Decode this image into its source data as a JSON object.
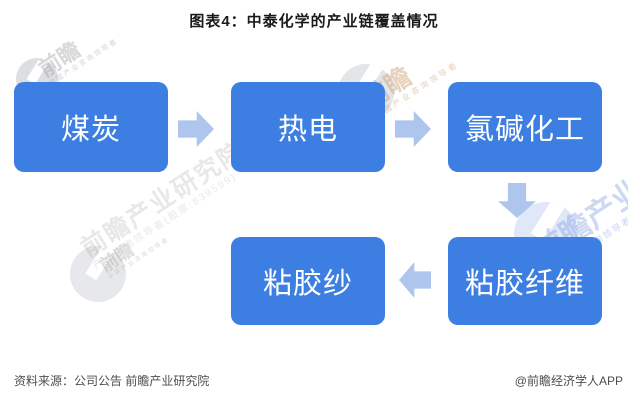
{
  "title": "图表4：中泰化学的产业链覆盖情况",
  "diagram": {
    "type": "flowchart",
    "node_color": "#3d7ee2",
    "node_text_color": "#ffffff",
    "arrow_color": "#aec5ee",
    "nodes": [
      {
        "id": "coal",
        "label": "煤炭"
      },
      {
        "id": "thermal-power",
        "label": "热电"
      },
      {
        "id": "chlor-alkali",
        "label": "氯碱化工"
      },
      {
        "id": "viscose-fiber",
        "label": "粘胶纤维"
      },
      {
        "id": "viscose-yarn",
        "label": "粘胶纱"
      }
    ],
    "arrows": [
      {
        "from": "煤炭",
        "to": "热电",
        "direction": "right"
      },
      {
        "from": "热电",
        "to": "氯碱化工",
        "direction": "right"
      },
      {
        "from": "氯碱化工",
        "to": "粘胶纤维",
        "direction": "down"
      },
      {
        "from": "粘胶纤维",
        "to": "粘胶纱",
        "direction": "left"
      }
    ]
  },
  "footer": {
    "source": "资料来源：公司公告 前瞻产业研究院",
    "credit": "@前瞻经济学人APP"
  },
  "watermarks": {
    "brand": "前瞻",
    "brand_full": "前瞻产业研究院",
    "brand_industry": "前瞻产业",
    "tagline": "中国产业咨询领导者",
    "tagline_stock": "产业咨询领导者(股票:839599)"
  }
}
